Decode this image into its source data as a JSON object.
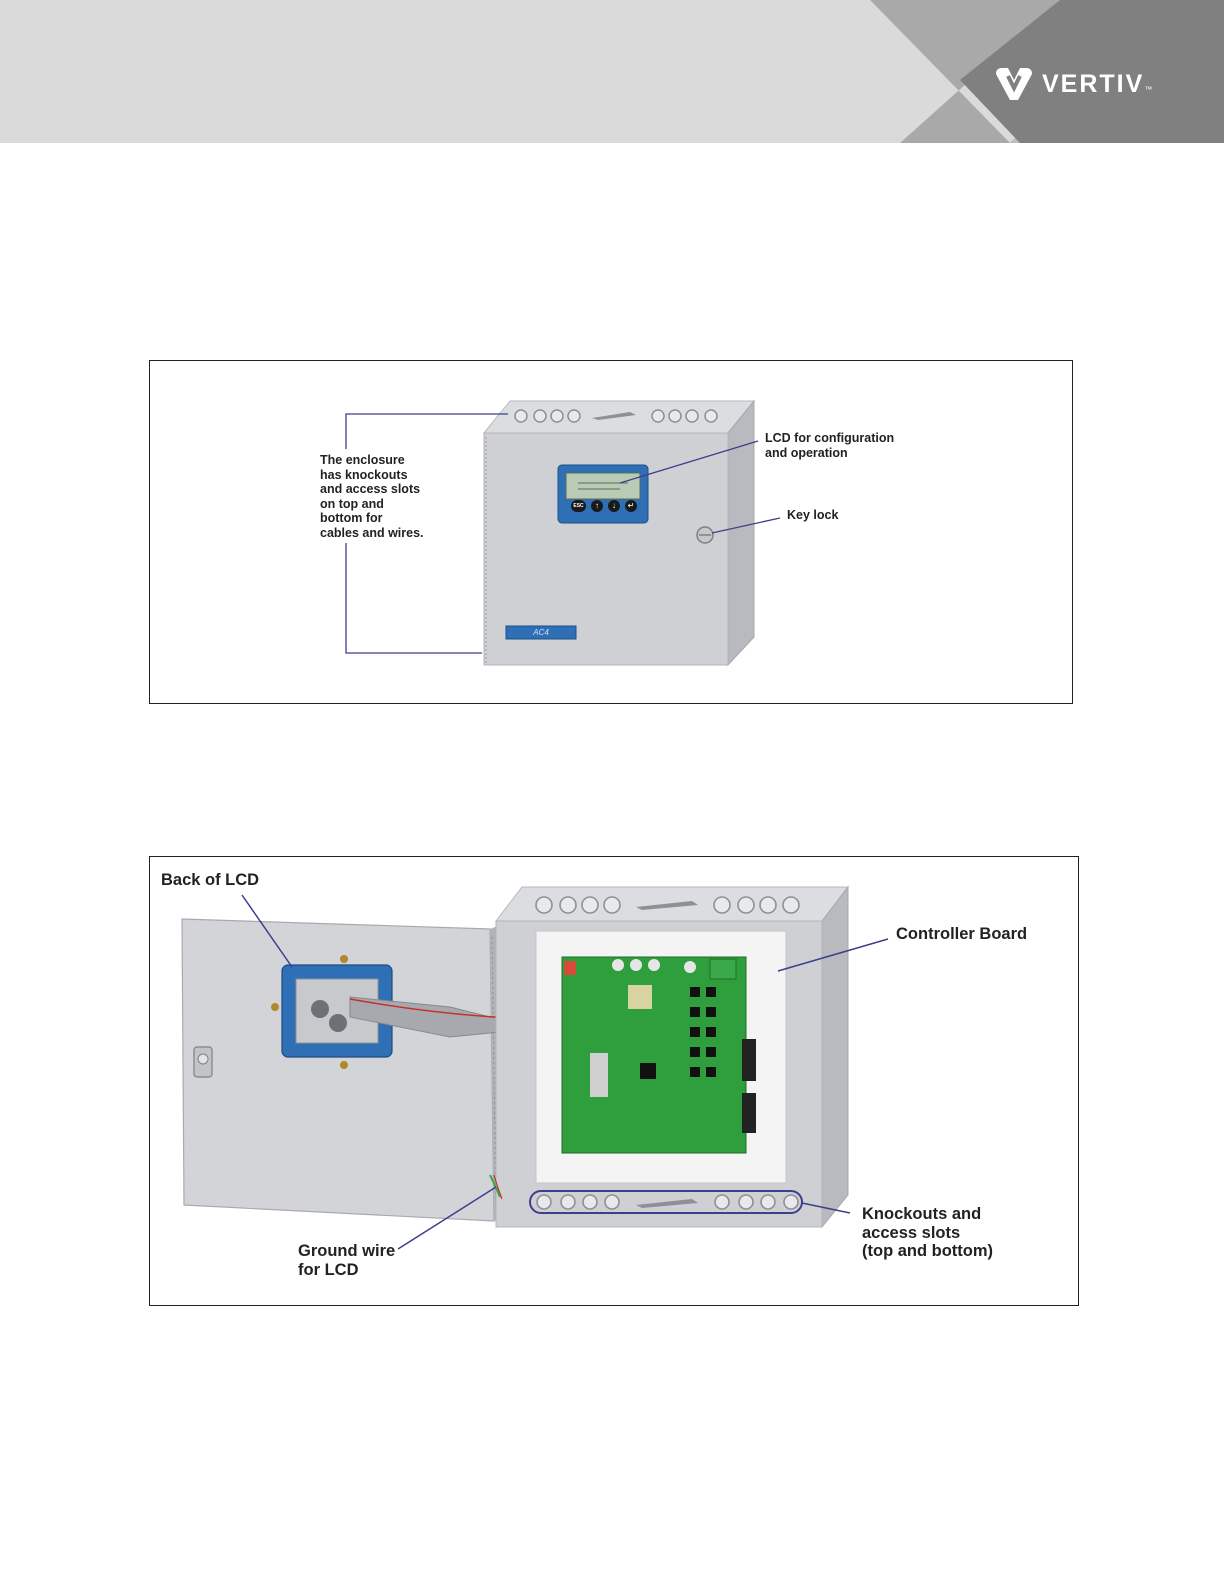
{
  "header": {
    "brand": "VERTIV",
    "trademark": "™"
  },
  "figure1": {
    "callouts": {
      "enclosure": "The enclosure\nhas knockouts\nand access slots\non top and\nbottom for\ncables and wires.",
      "lcd": "LCD for configuration\nand operation",
      "key_lock": "Key lock"
    },
    "lcd_buttons": [
      "ESC",
      "↑",
      "↓",
      "↵"
    ],
    "nameplate": "AC4"
  },
  "figure2": {
    "callouts": {
      "back_of_lcd": "Back of LCD",
      "controller_board": "Controller Board",
      "ground_wire": "Ground wire\nfor LCD",
      "knockouts": "Knockouts and\naccess slots\n(top and bottom)"
    }
  },
  "colors": {
    "header_bg": "#dadada",
    "header_accent": "#a4a4a4",
    "header_dark": "#7f7f7f",
    "leader_line": "#3b3f8c",
    "enclosure": "#cfd0d4",
    "pcb_green": "#2f9e3c",
    "lcd_blue": "#2e6fb5"
  }
}
